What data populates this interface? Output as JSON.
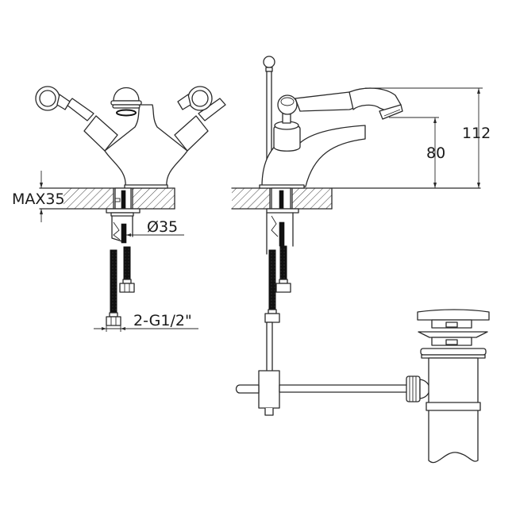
{
  "drawing": {
    "title": "Bidet mixer tap technical drawing",
    "views": [
      "front-view",
      "side-view",
      "pop-up-waste"
    ],
    "line_color": "#2a2a2a",
    "background": "#ffffff"
  },
  "dimensions": {
    "max_deck_thickness": "MAX35",
    "hole_diameter": "Ø35",
    "connection": "2-G1/2\"",
    "spout_height": "80",
    "overall_height": "112"
  }
}
